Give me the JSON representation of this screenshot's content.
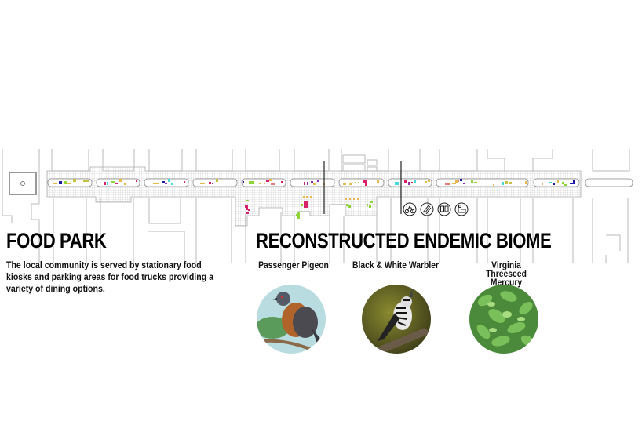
{
  "food_park": {
    "title": "FOOD PARK",
    "description": "The local community is served by stationary food kiosks and parking areas for food trucks providing a variety of dining options."
  },
  "biome": {
    "title": "RECONSTRUCTED ENDEMIC BIOME",
    "species": [
      {
        "label": "Passenger Pigeon",
        "image": "passenger-pigeon-photo"
      },
      {
        "label": "Black & White Warbler",
        "image": "black-and-white-warbler-photo"
      },
      {
        "label": "Virginia Threeseed Mercury",
        "image": "virginia-threeseed-mercury-photo"
      }
    ]
  },
  "map": {
    "icons": [
      "bicycle-icon",
      "parking-pattern-icon",
      "kiosk-icon",
      "bench-icon"
    ],
    "colors": {
      "yellow": "#e8b84a",
      "green": "#8fd43a",
      "magenta": "#d8206a",
      "blue": "#1a1aa8",
      "cyan": "#44d8e0",
      "purple": "#9a2ab0",
      "olive": "#c8c040",
      "salmon": "#e87a7a",
      "grid": "#c8c8c8",
      "line": "#b0b0b0"
    }
  }
}
